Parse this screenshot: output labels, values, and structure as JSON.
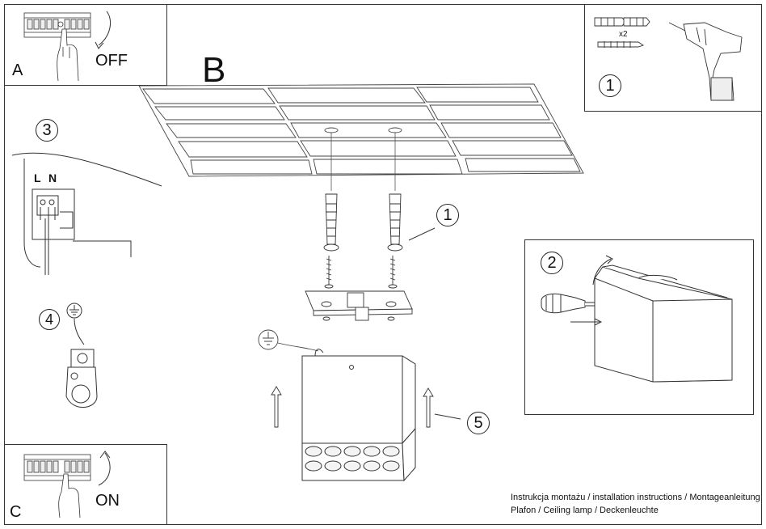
{
  "panels": {
    "a": {
      "letter": "A",
      "switch_label": "OFF"
    },
    "b": {
      "letter": "B"
    },
    "c": {
      "letter": "C",
      "switch_label": "ON"
    }
  },
  "steps": {
    "s1_top": "1",
    "s1_main": "1",
    "s2": "2",
    "s3": "3",
    "s4": "4",
    "s5": "5"
  },
  "kit": {
    "quantity": "x2"
  },
  "terminal": {
    "live": "L",
    "neutral": "N"
  },
  "footer": {
    "line1": "Instrukcja montażu / installation instructions / Montageanleitung",
    "line2": "Plafon / Ceiling lamp / Deckenleuchte"
  }
}
